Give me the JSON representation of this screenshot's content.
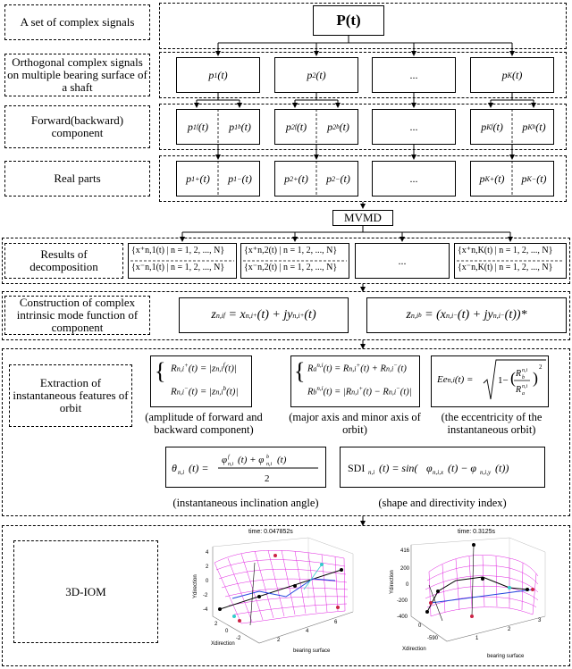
{
  "rows": {
    "r1": {
      "label": "A set of complex signals",
      "box": "P(t)"
    },
    "r2": {
      "label": "Orthogonal complex signals on multiple bearing surface of a shaft",
      "cells": [
        "p1(t)",
        "p2(t)",
        "...",
        "pK(t)"
      ]
    },
    "r3": {
      "label": "Forward(backward) component",
      "cells": [
        [
          "p1f(t)",
          "p1b(t)"
        ],
        [
          "p2f(t)",
          "p2b(t)"
        ],
        "...",
        [
          "pKf(t)",
          "pKb(t)"
        ]
      ]
    },
    "r4": {
      "label": "Real parts",
      "cells": [
        [
          "p1+(t)",
          "p1-(t)"
        ],
        [
          "p2+(t)",
          "p2-(t)"
        ],
        "...",
        [
          "pK+(t)",
          "pK-(t)"
        ]
      ]
    },
    "mvmd": "MVMD",
    "r5": {
      "label": "Results of decomposition",
      "cells": [
        [
          "{x⁺n,1(t) | n = 1, 2, ..., N}",
          "{x⁻n,1(t) | n = 1, 2, ..., N}"
        ],
        [
          "{x⁺n,2(t) | n = 1, 2, ..., N}",
          "{x⁻n,2(t) | n = 1, 2, ..., N}"
        ],
        "...",
        [
          "{x⁺n,K(t) | n = 1, 2, ..., N}",
          "{x⁻n,K(t) | n = 1, 2, ..., N}"
        ]
      ]
    },
    "r6": {
      "label": "Construction of complex intrinsic mode function of component",
      "eq1": "zfn,i = x+n,i(t) + jy+n,i(t)",
      "eq2": "zbn,i = (x−n,i(t) + jy−n,i(t))*"
    },
    "r7": {
      "label": "Extraction of instantaneous features of orbit",
      "cap1": "(amplitude of forward and backward component)",
      "cap2": "(major axis and minor axis of orbit)",
      "cap3": "(the eccentricity of the instantaneous orbit)",
      "cap4": "(instantaneous inclination angle)",
      "cap5": "(shape and directivity index)"
    },
    "r8": {
      "label": "3D-IOM",
      "plot1": {
        "time": "time: 0.047852s",
        "ylabel": "Ydirection",
        "xlabel": "Xdirection",
        "zlabel": "bearing surface",
        "yticks": [
          "4",
          "2",
          "0",
          "-2",
          "-4"
        ],
        "xticks": [
          "2",
          "0",
          "-2"
        ],
        "zticks": [
          "2",
          "4",
          "6"
        ]
      },
      "plot2": {
        "time": "time: 0.3125s",
        "ylabel": "Ydirection",
        "xlabel": "Xdirection",
        "zlabel": "bearing surface",
        "yticks": [
          "416",
          "200",
          "0",
          "-200",
          "-400"
        ],
        "xticks": [
          "0",
          "-590"
        ],
        "zticks": [
          "1",
          "2",
          "3"
        ]
      }
    }
  },
  "colors": {
    "mesh": "#e01fe0",
    "line_blue": "#2244dd",
    "line_black": "#000000",
    "marker": "#cc2244",
    "cyan": "#33cccc"
  }
}
